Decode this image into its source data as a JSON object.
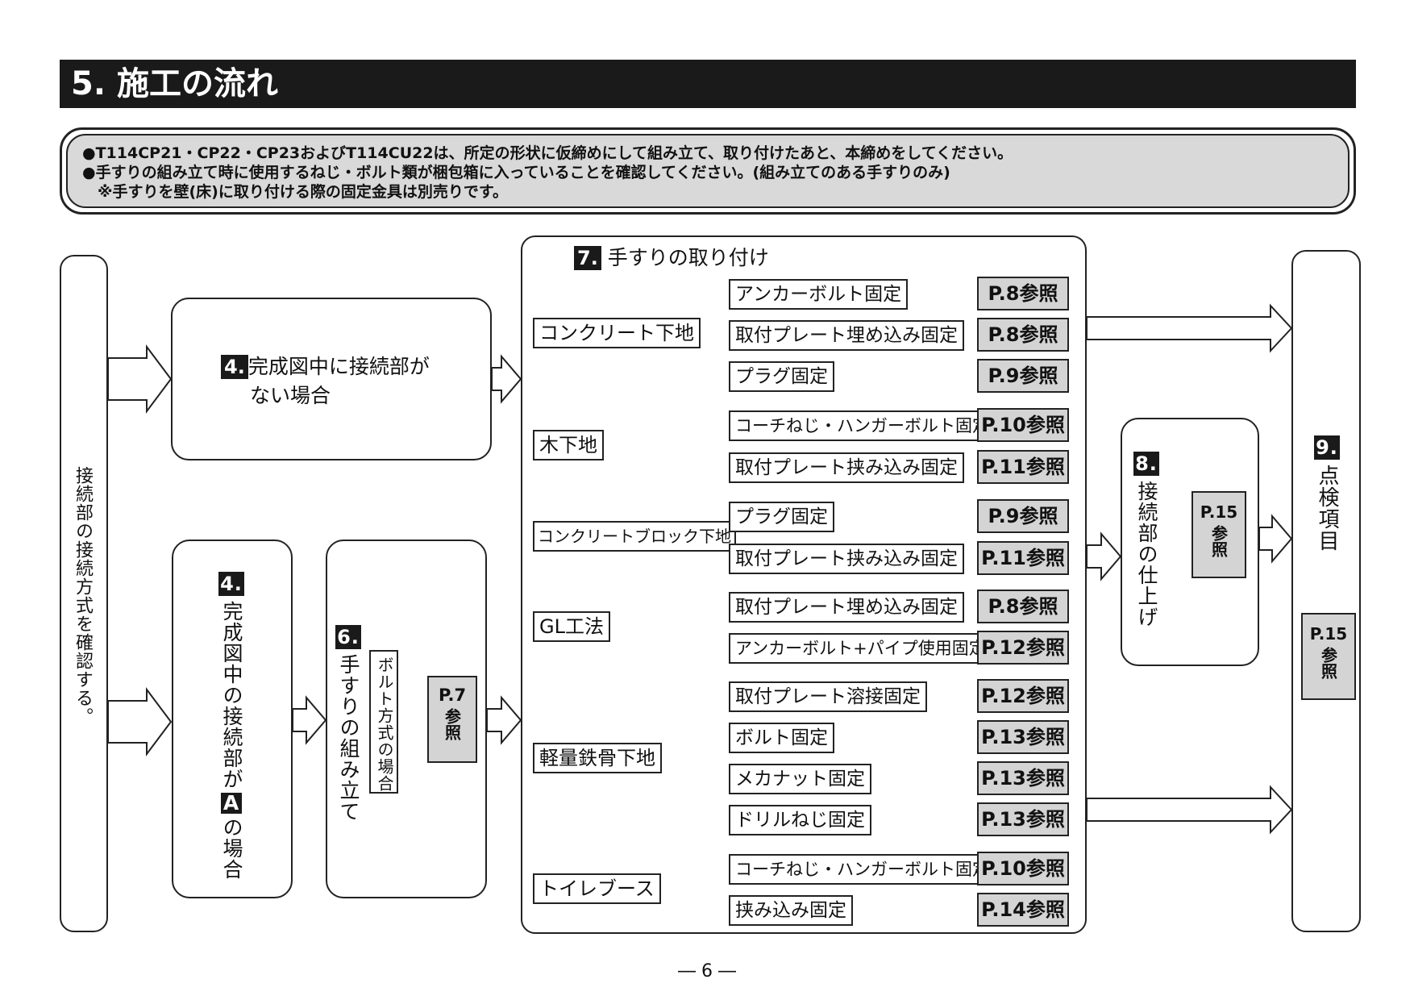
{
  "header": {
    "title": "5. 施工の流れ"
  },
  "notice": {
    "lines": [
      "●T114CP21・CP22・CP23およびT114CU22は、所定の形状に仮締めにして組み立て、取り付けたあと、本締めをしてください。",
      "●手すりの組み立て時に使用するねじ・ボルト類が梱包箱に入っていることを確認してください。(組み立てのある手すりのみ)",
      "　※手すりを壁(床)に取り付ける際の固定金具は別売りです。"
    ]
  },
  "start": {
    "label": "接続部の接続方式を確認する。"
  },
  "step4a": {
    "num": "4.",
    "line1": "完成図中に接続部が",
    "line2": "ない場合"
  },
  "step4b": {
    "num": "4.",
    "label_pre": "完成図中の接続部が",
    "badge": "A",
    "label_post": "の場合"
  },
  "step6": {
    "num": "6.",
    "label": "手すりの組み立て",
    "sub": "ボルト方式の場合",
    "ref_page": "P.7",
    "ref_word": "参照"
  },
  "step7": {
    "num": "7.",
    "title": "手すりの取り付け",
    "groups": [
      {
        "name": "コンクリート下地",
        "methods": [
          {
            "label": "アンカーボルト固定",
            "ref": "P.8参照"
          },
          {
            "label": "取付プレート埋め込み固定",
            "ref": "P.8参照"
          },
          {
            "label": "プラグ固定",
            "ref": "P.9参照"
          }
        ]
      },
      {
        "name": "木下地",
        "methods": [
          {
            "label": "コーチねじ・ハンガーボルト固定",
            "ref": "P.10参照"
          },
          {
            "label": "取付プレート挟み込み固定",
            "ref": "P.11参照"
          }
        ]
      },
      {
        "name": "コンクリートブロック下地",
        "methods": [
          {
            "label": "プラグ固定",
            "ref": "P.9参照"
          },
          {
            "label": "取付プレート挟み込み固定",
            "ref": "P.11参照"
          }
        ]
      },
      {
        "name": "GL工法",
        "methods": [
          {
            "label": "取付プレート埋め込み固定",
            "ref": "P.8参照"
          },
          {
            "label": "アンカーボルト+パイプ使用固定",
            "ref": "P.12参照"
          }
        ]
      },
      {
        "name": "軽量鉄骨下地",
        "methods": [
          {
            "label": "取付プレート溶接固定",
            "ref": "P.12参照"
          },
          {
            "label": "ボルト固定",
            "ref": "P.13参照"
          },
          {
            "label": "メカナット固定",
            "ref": "P.13参照"
          },
          {
            "label": "ドリルねじ固定",
            "ref": "P.13参照"
          }
        ]
      },
      {
        "name": "トイレブース",
        "methods": [
          {
            "label": "コーチねじ・ハンガーボルト固定",
            "ref": "P.10参照"
          },
          {
            "label": "挟み込み固定",
            "ref": "P.14参照"
          }
        ]
      }
    ]
  },
  "step8": {
    "num": "8.",
    "label": "接続部の仕上げ",
    "ref_page": "P.15",
    "ref_word": "参照"
  },
  "step9": {
    "num": "9.",
    "label": "点検項目",
    "ref_page": "P.15",
    "ref_word": "参照"
  },
  "footer": {
    "page": "― 6 ―"
  }
}
